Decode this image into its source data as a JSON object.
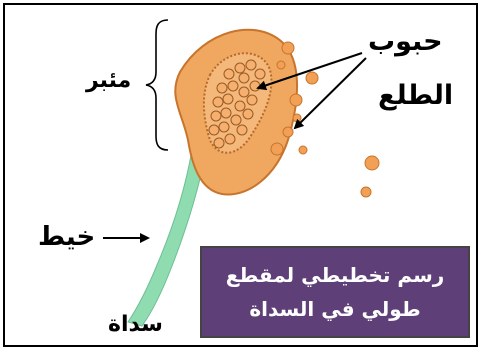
{
  "labels": {
    "anther": "مئبر",
    "pollen_line1": "حبوب",
    "pollen_line2": "الطلع",
    "filament": "خيط",
    "stamen": "سداة"
  },
  "caption": {
    "line1": "رسم تخطيطي لمقطع",
    "line2": "طولي في السداة"
  },
  "colors": {
    "anther_fill": "#f0a860",
    "anther_stroke": "#c8742c",
    "pollen_fill": "#f2a055",
    "filament_fill": "#8fdcb0",
    "caption_bg": "#5f3f78",
    "caption_text": "#ffffff"
  }
}
